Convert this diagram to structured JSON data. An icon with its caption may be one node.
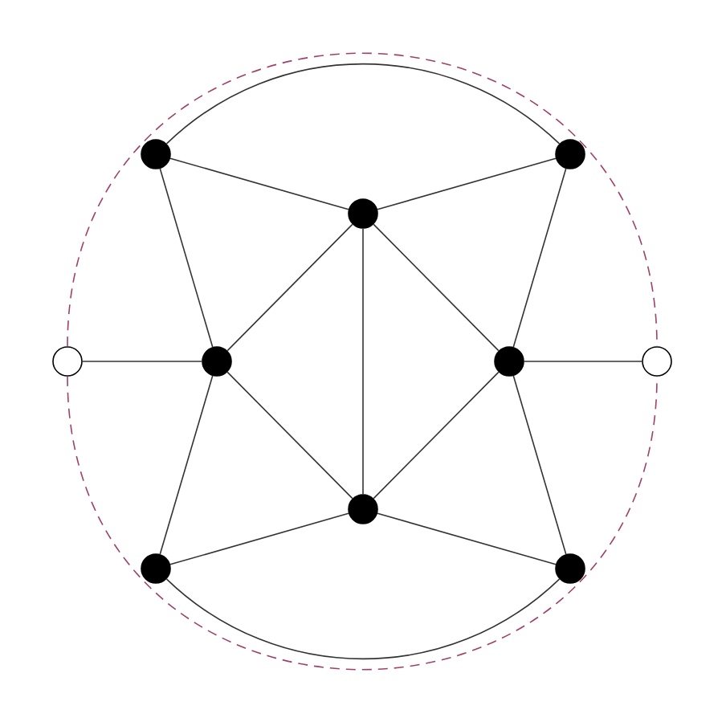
{
  "diagram": {
    "nodes": [
      {
        "text": [],
        "shape": "circle"
      },
      {
        "text": [],
        "shape": "circle"
      },
      {
        "text": [],
        "shape": "circle"
      },
      {
        "text": [],
        "shape": "circle"
      },
      {
        "text": [],
        "shape": "circle"
      },
      {
        "text": [],
        "shape": "circle"
      },
      {
        "text": [],
        "shape": "circle"
      },
      {
        "text": [],
        "shape": "circle"
      },
      {
        "text": [],
        "shape": "circle"
      },
      {
        "text": [],
        "shape": "circle"
      }
    ],
    "edges": [
      {
        "from": 0,
        "to": 1,
        "arrow": "none"
      },
      {
        "from": 0,
        "to": 2,
        "arrow": "none"
      },
      {
        "from": 1,
        "to": 2,
        "arrow": "none"
      },
      {
        "from": 0,
        "to": 4,
        "arrow": "none"
      },
      {
        "from": 1,
        "to": 5,
        "arrow": "none"
      },
      {
        "from": 2,
        "to": 4,
        "arrow": "none"
      },
      {
        "from": 2,
        "to": 5,
        "arrow": "none"
      },
      {
        "from": 2,
        "to": 7,
        "arrow": "none"
      },
      {
        "from": 3,
        "to": 4,
        "arrow": "none"
      },
      {
        "from": 5,
        "to": 6,
        "arrow": "none"
      },
      {
        "from": 4,
        "to": 7,
        "arrow": "none"
      },
      {
        "from": 5,
        "to": 7,
        "arrow": "none"
      },
      {
        "from": 4,
        "to": 8,
        "arrow": "none"
      },
      {
        "from": 5,
        "to": 9,
        "arrow": "none"
      },
      {
        "from": 8,
        "to": 7,
        "arrow": "none"
      },
      {
        "from": 9,
        "to": 7,
        "arrow": "none"
      },
      {
        "from": 8,
        "to": 9,
        "arrow": "none"
      },
      {
        "from": 3,
        "to": 6,
        "arrow": "none",
        "style": "dashed",
        "color": "#a0406a"
      },
      {
        "from": 3,
        "to": 6,
        "arrow": "none",
        "style": "dashed",
        "color": "#a0406a"
      }
    ]
  }
}
